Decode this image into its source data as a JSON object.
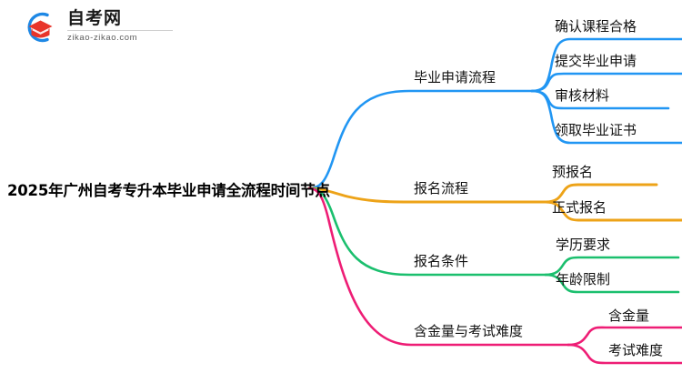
{
  "brand": {
    "name_cn": "自考网",
    "domain": "zikao-zikao.com",
    "mark": "graduation-cap-in-circle",
    "circle_color": "#1e88e5",
    "cap_color": "#e8342a"
  },
  "mindmap": {
    "type": "mindmap",
    "root": {
      "label": "2025年广州自考专升本毕业申请全流程时间节点"
    },
    "branches": [
      {
        "label": "毕业申请流程",
        "color": "#2196f3",
        "children": [
          {
            "label": "确认课程合格"
          },
          {
            "label": "提交毕业申请"
          },
          {
            "label": "审核材料"
          },
          {
            "label": "领取毕业证书"
          }
        ]
      },
      {
        "label": "报名流程",
        "color": "#eda318",
        "children": [
          {
            "label": "预报名"
          },
          {
            "label": "正式报名"
          }
        ]
      },
      {
        "label": "报名条件",
        "color": "#1bbf6e",
        "children": [
          {
            "label": "学历要求"
          },
          {
            "label": "年龄限制"
          }
        ]
      },
      {
        "label": "含金量与考试难度",
        "color": "#ee1d75",
        "children": [
          {
            "label": "含金量"
          },
          {
            "label": "考试难度"
          }
        ]
      }
    ]
  }
}
